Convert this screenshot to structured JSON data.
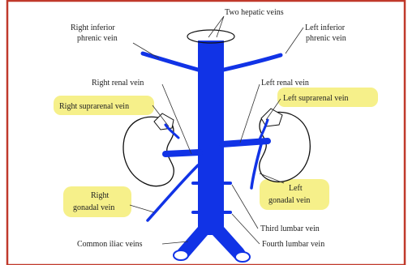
{
  "diagram": {
    "colors": {
      "frame": "#c0392b",
      "vein": "#1133e6",
      "highlight": "#f6f08a",
      "text": "#222222"
    },
    "labels": {
      "two_hepatic_veins": "Two hepatic veins",
      "right_inferior_phrenic_1": "Right inferior",
      "right_inferior_phrenic_2": "phrenic vein",
      "left_inferior_phrenic_1": "Left inferior",
      "left_inferior_phrenic_2": "phrenic vein",
      "right_renal": "Right renal vein",
      "left_renal": "Left renal vein",
      "right_suprarenal": "Right suprarenal vein",
      "left_suprarenal": "Left suprarenal vein",
      "right_gonadal_1": "Right",
      "right_gonadal_2": "gonadal vein",
      "left_gonadal_1": "Left",
      "left_gonadal_2": "gonadal vein",
      "third_lumbar": "Third lumbar vein",
      "fourth_lumbar": "Fourth lumbar vein",
      "common_iliac": "Common iliac veins"
    },
    "highlighted_labels": [
      "Right suprarenal vein",
      "Left suprarenal vein",
      "Right gonadal vein",
      "Left gonadal vein"
    ]
  }
}
